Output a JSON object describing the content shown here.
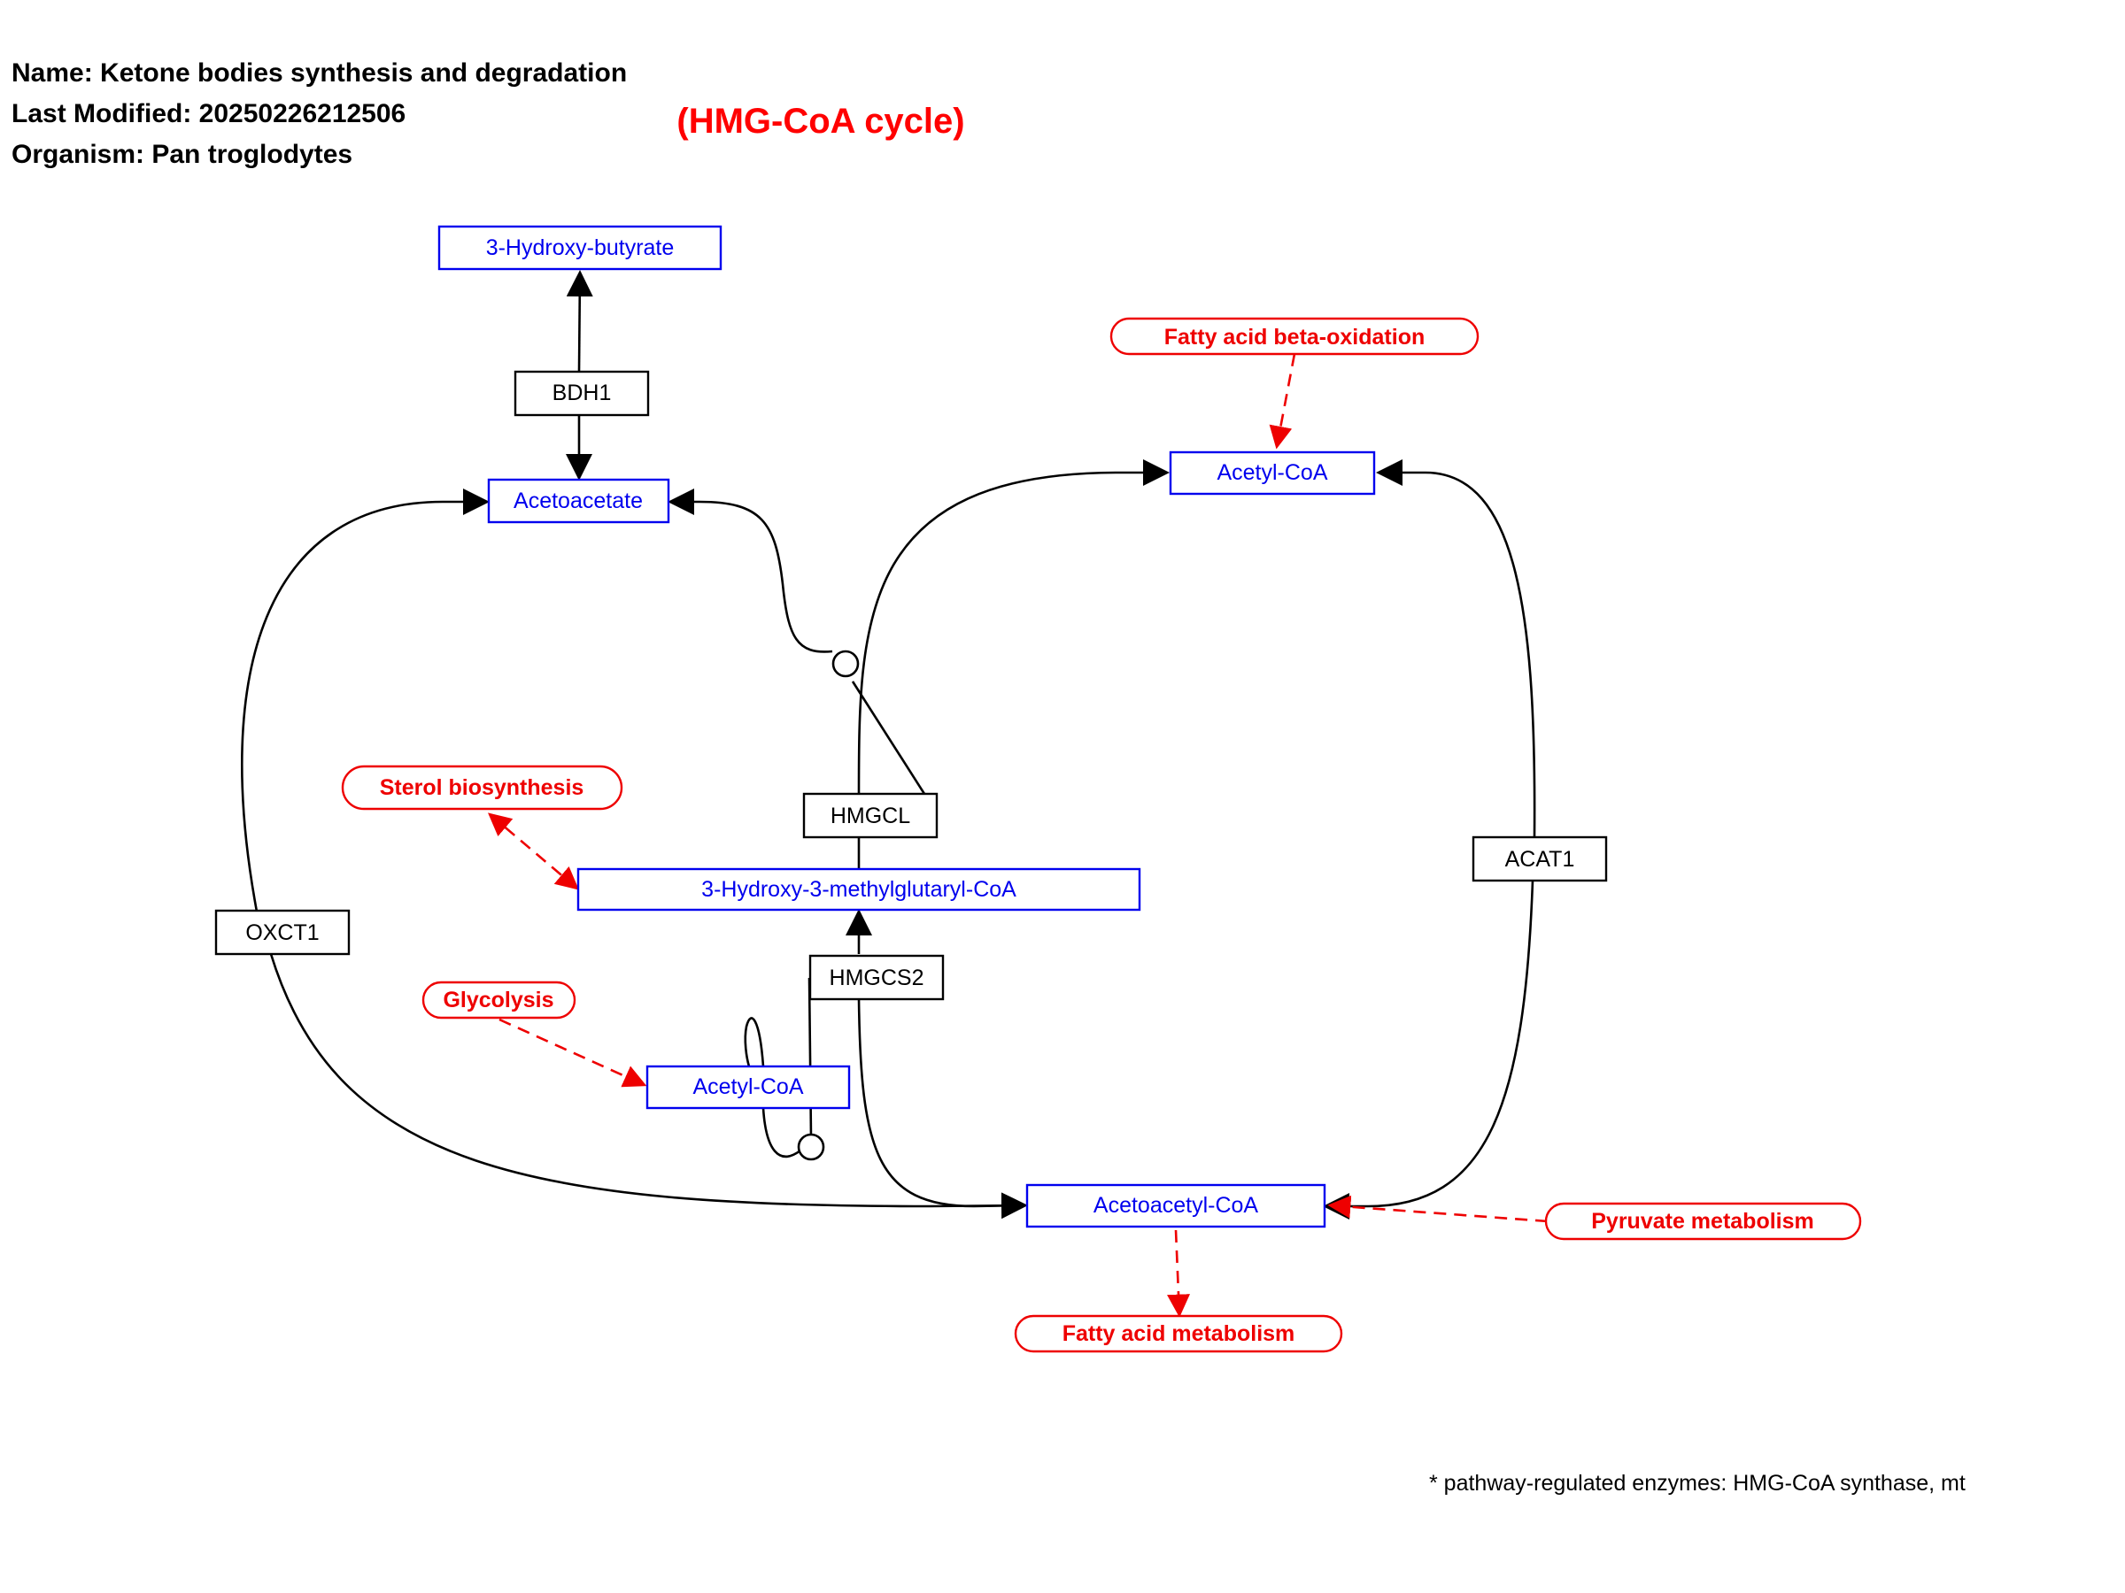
{
  "header": {
    "name_line": "Name: Ketone bodies synthesis and degradation",
    "modified_line": "Last Modified: 20250226212506",
    "organism_line": "Organism: Pan troglodytes",
    "subtitle": "(HMG-CoA cycle)"
  },
  "metabolites": {
    "hydroxybutyrate": "3-Hydroxy-butyrate",
    "acetoacetate": "Acetoacetate",
    "acetyl_coa_top": "Acetyl-CoA",
    "hmg_coa": "3-Hydroxy-3-methylglutaryl-CoA",
    "acetyl_coa_bottom": "Acetyl-CoA",
    "acetoacetyl_coa": "Acetoacetyl-CoA"
  },
  "genes": {
    "bdh1": "BDH1",
    "hmgcl": "HMGCL",
    "hmgcs2": "HMGCS2",
    "oxct1": "OXCT1",
    "acat1": "ACAT1"
  },
  "pathways": {
    "fatty_acid_beta_oxidation": "Fatty acid beta-oxidation",
    "sterol_biosynthesis": "Sterol biosynthesis",
    "glycolysis": "Glycolysis",
    "pyruvate_metabolism": "Pyruvate metabolism",
    "fatty_acid_metabolism": "Fatty acid metabolism"
  },
  "footnote": "* pathway-regulated enzymes: HMG-CoA synthase, mt",
  "colors": {
    "metabolite": "#0000ee",
    "pathway": "#ee0000",
    "gene": "#000000",
    "subtitle": "#ff0000"
  }
}
